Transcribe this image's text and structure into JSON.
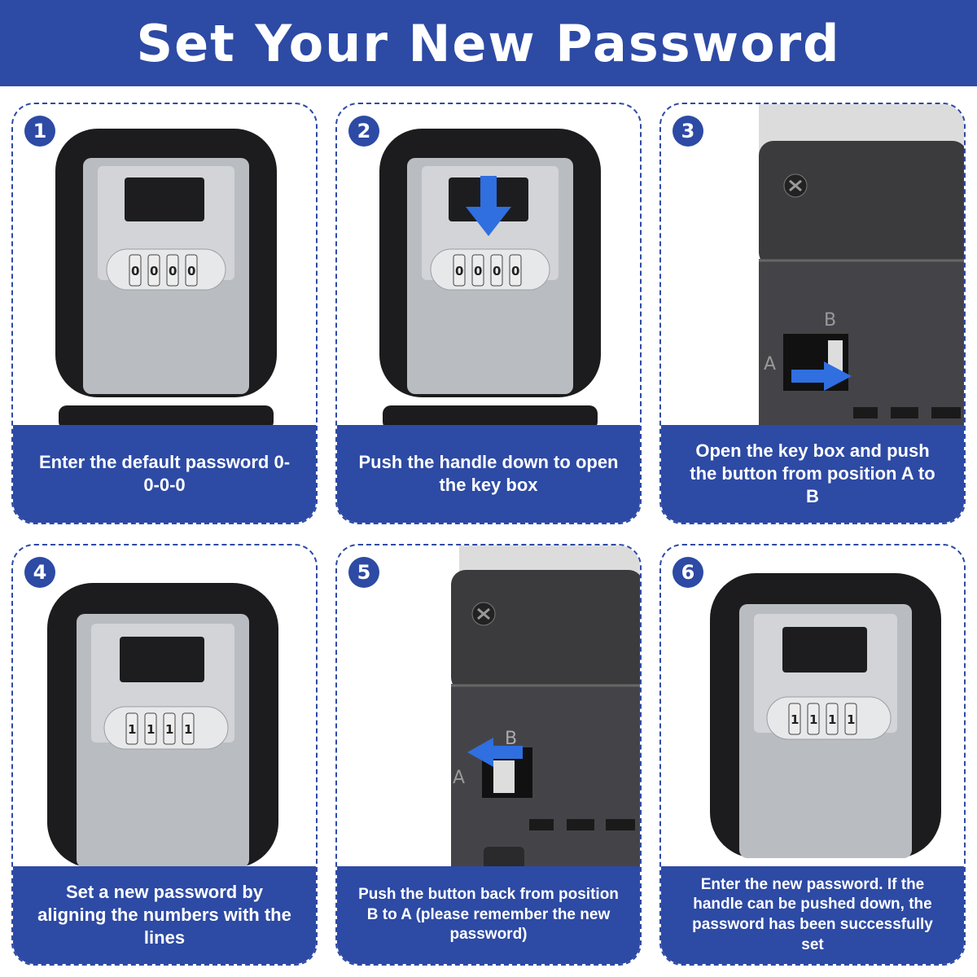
{
  "title": "Set Your New Password",
  "steps": [
    {
      "number": "1",
      "caption": "Enter the default password 0-0-0-0",
      "dials": [
        "0",
        "0",
        "0",
        "0"
      ]
    },
    {
      "number": "2",
      "caption": "Push the handle down to open the key box",
      "dials": [
        "0",
        "0",
        "0",
        "0"
      ]
    },
    {
      "number": "3",
      "caption": "Open the key box and push the button from position A to B",
      "labels": {
        "a": "A",
        "b": "B"
      }
    },
    {
      "number": "4",
      "caption": "Set a new password by aligning the numbers with the lines",
      "dials": [
        "1",
        "1",
        "1",
        "1"
      ]
    },
    {
      "number": "5",
      "caption": "Push the button back from position B to A (please remember the new password)",
      "labels": {
        "a": "A",
        "b": "B"
      }
    },
    {
      "number": "6",
      "caption": "Enter the new password. If the handle can be pushed down, the password has been successfully set",
      "dials": [
        "1",
        "1",
        "1",
        "1"
      ]
    }
  ],
  "colors": {
    "brand_blue": "#2d4aa4",
    "arrow_blue": "#2f6fe0"
  }
}
